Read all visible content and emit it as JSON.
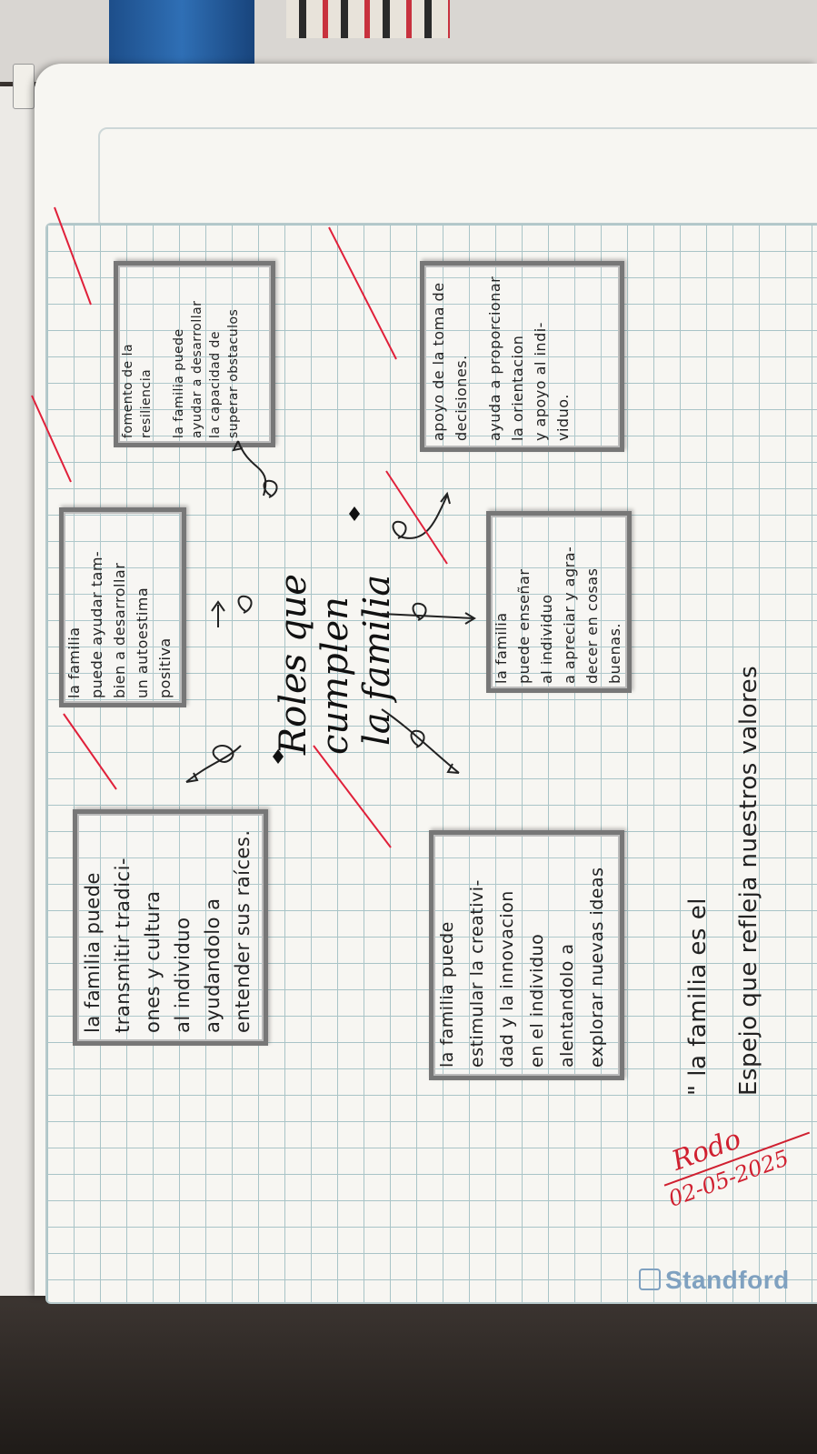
{
  "brand": "Standford",
  "title": [
    "Roles que cumplen",
    "la familia"
  ],
  "boxes": [
    {
      "lines": [
        "la familia puede",
        "transmitir tradici-",
        "ones y cultura",
        "al individuo",
        "ayudandolo a",
        "entender sus raíces."
      ]
    },
    {
      "lines": [
        "la familia",
        "puede ayudar tam-",
        "bien a desarrollar",
        "un autoestima",
        "positiva"
      ]
    },
    {
      "lines": [
        "fomento de la",
        "resiliencia",
        "",
        "la familia puede",
        "ayudar a desarrollar",
        "la capacidad de",
        "superar obstaculos"
      ]
    },
    {
      "lines": [
        "la familia puede",
        "estimular la creativi-",
        "dad y la innovacion",
        "en el individuo",
        "alentandolo a",
        "explorar nuevas ideas"
      ]
    },
    {
      "lines": [
        "la familia",
        "puede enseñar",
        "al individuo",
        "a apreciar y agra-",
        "decer en cosas",
        "buenas."
      ]
    },
    {
      "lines": [
        "apoyo de la toma de",
        "decisiones.",
        "",
        "ayuda a proporcionar",
        "la orientacion",
        "y apoyo al indi-",
        "viduo."
      ]
    }
  ],
  "quote": [
    "\" la familia es el",
    "Espejo que refleja nuestros valores"
  ],
  "signature": "Rodo",
  "date": "02-05-2025",
  "colors": {
    "check": "#e0203a",
    "ink": "#222222",
    "grid": "#a9c4c7"
  }
}
